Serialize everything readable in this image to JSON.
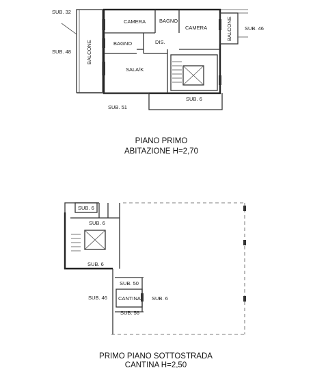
{
  "upper_plan": {
    "labels": {
      "sub32": "SUB. 32",
      "sub48_left": "SUB. 48",
      "balcone_left": "BALCONE",
      "camera_1": "CAMERA",
      "bagno_1": "BAGNO",
      "camera_2": "CAMERA",
      "balcone_right": "BALCONE",
      "sub46_top": "SUB. 46",
      "bagno_2": "BAGNO",
      "dis": "DIS.",
      "sala": "SALA/K",
      "sub6_top": "SUB. 6",
      "sub51": "SUB. 51"
    },
    "title_line1": "PIANO PRIMO",
    "title_line2": "ABITAZIONE H=2,70"
  },
  "lower_plan": {
    "labels": {
      "sub6_a": "SUB. 6",
      "sub6_b": "SUB. 6",
      "sub6_c": "SUB. 6",
      "sub50": "SUB. 50",
      "cantina": "CANTINA",
      "sub6_d": "SUB. 6",
      "sub46": "SUB. 46",
      "sub56": "SUB. 56"
    },
    "title_line1": "PRIMO PIANO SOTTOSTRADA",
    "title_line2": "CANTINA H=2,50"
  }
}
